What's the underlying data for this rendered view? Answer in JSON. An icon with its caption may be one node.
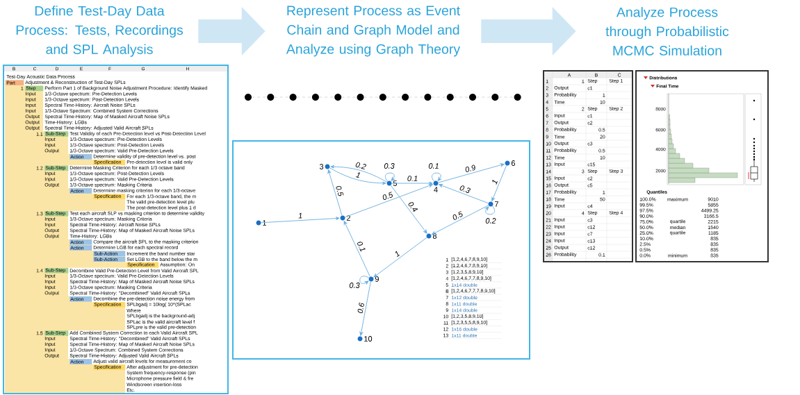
{
  "diagram": {
    "nodes": [
      {
        "text": [
          "Define Test-Day Data Process: Tests, Recordings and SPL Analysis"
        ]
      },
      {
        "text": [
          "Represent Process as Event Chain and Graph Model and Analyze using Graph Theory"
        ]
      },
      {
        "text": [
          "Analyze Process through Probabilistic MCMC Simulation"
        ]
      },
      {
        "text": [],
        "shape": "circle"
      },
      {
        "text": [],
        "shape": "circle"
      },
      {
        "text": [],
        "shape": "circle"
      },
      {
        "text": [],
        "shape": "circle"
      },
      {
        "text": [],
        "shape": "circle"
      },
      {
        "text": [],
        "shape": "circle"
      },
      {
        "text": [],
        "shape": "circle"
      },
      {
        "text": [],
        "shape": "circle"
      },
      {
        "text": [],
        "shape": "circle"
      },
      {
        "text": [],
        "shape": "circle"
      },
      {
        "text": [],
        "shape": "circle"
      },
      {
        "text": [],
        "shape": "circle"
      },
      {
        "text": [],
        "shape": "circle"
      },
      {
        "text": [
          "1"
        ]
      },
      {
        "text": [
          "2"
        ]
      },
      {
        "text": [
          "3"
        ]
      },
      {
        "text": [
          "4"
        ]
      },
      {
        "text": [
          "5"
        ]
      },
      {
        "text": [
          "6"
        ]
      },
      {
        "text": [
          "7"
        ]
      },
      {
        "text": [
          "8"
        ]
      },
      {
        "text": [
          "9"
        ]
      },
      {
        "text": [
          "10"
        ]
      }
    ],
    "edges": [
      {
        "from": 0,
        "to": 1,
        "arrow": "to",
        "style": "thick",
        "color": "#cfe7f5"
      },
      {
        "from": 1,
        "to": 2,
        "arrow": "to",
        "style": "thick",
        "color": "#cfe7f5"
      },
      {
        "from": 3,
        "to": 4,
        "arrow": "none",
        "style": "dashed",
        "color": "#d4d4d4"
      },
      {
        "from": 4,
        "to": 5,
        "arrow": "none",
        "style": "dashed",
        "color": "#d4d4d4"
      },
      {
        "from": 5,
        "to": 6,
        "arrow": "none",
        "style": "dashed",
        "color": "#d4d4d4"
      },
      {
        "from": 6,
        "to": 7,
        "arrow": "none",
        "style": "dashed",
        "color": "#d4d4d4"
      },
      {
        "from": 7,
        "to": 8,
        "arrow": "none",
        "style": "dashed",
        "color": "#d4d4d4"
      },
      {
        "from": 8,
        "to": 9,
        "arrow": "none",
        "style": "dashed",
        "color": "#d4d4d4"
      },
      {
        "from": 9,
        "to": 10,
        "arrow": "none",
        "style": "dashed",
        "color": "#d4d4d4"
      },
      {
        "from": 10,
        "to": 11,
        "arrow": "none",
        "style": "dashed",
        "color": "#d4d4d4"
      },
      {
        "from": 11,
        "to": 12,
        "arrow": "none",
        "style": "dashed",
        "color": "#d4d4d4"
      },
      {
        "from": 12,
        "to": 13,
        "arrow": "none",
        "style": "dashed",
        "color": "#d4d4d4"
      },
      {
        "from": 13,
        "to": 14,
        "arrow": "none",
        "style": "dashed",
        "color": "#d4d4d4"
      },
      {
        "from": 14,
        "to": 15,
        "arrow": "none",
        "style": "dashed",
        "color": "#d4d4d4"
      },
      {
        "from": 16,
        "to": 17,
        "arrow": "to",
        "label": "1"
      },
      {
        "from": 17,
        "to": 18,
        "arrow": "to",
        "label": "0.5"
      },
      {
        "from": 17,
        "to": 19,
        "arrow": "to",
        "label": "0.5"
      },
      {
        "from": 18,
        "to": 20,
        "arrow": "to",
        "label": "1"
      },
      {
        "from": 20,
        "to": 18,
        "arrow": "to",
        "label": "0.2"
      },
      {
        "from": 20,
        "to": 20,
        "arrow": "to",
        "label": "0.3"
      },
      {
        "from": 20,
        "to": 19,
        "arrow": "to",
        "label": "0.1"
      },
      {
        "from": 19,
        "to": 19,
        "arrow": "to",
        "label": "0.1"
      },
      {
        "from": 19,
        "to": 21,
        "arrow": "to",
        "label": "0.9"
      },
      {
        "from": 20,
        "to": 23,
        "arrow": "to",
        "label": "0.4"
      },
      {
        "from": 21,
        "to": 22,
        "arrow": "to",
        "label": "1"
      },
      {
        "from": 22,
        "to": 19,
        "arrow": "to",
        "label": "0.3"
      },
      {
        "from": 22,
        "to": 22,
        "arrow": "to",
        "label": "0.2"
      },
      {
        "from": 22,
        "to": 23,
        "arrow": "to",
        "label": "0.5"
      },
      {
        "from": 23,
        "to": 24,
        "arrow": "to",
        "label": "1"
      },
      {
        "from": 24,
        "to": 17,
        "arrow": "to",
        "label": "0.1"
      },
      {
        "from": 24,
        "to": 24,
        "arrow": "to",
        "label": "0.3"
      },
      {
        "from": 24,
        "to": 25,
        "arrow": "to",
        "label": "0.6"
      }
    ],
    "labels": [
      "B",
      "C",
      "D",
      "E",
      "F",
      "G",
      "H",
      "Test-Day Acoustic Data Process",
      "Part",
      "Adjustment & Reconstruction of Test-Day SPLs",
      "1",
      "Step",
      "Perform Part 1 of Background Noise Adjustment Procedure: Identify Masked",
      "Input",
      "1/3-Octave spectrum: Pre-Detection Levels",
      "Input",
      "1/3-Octave spectrum: Post-Detection Levels",
      "Input",
      "Spectral Time-History: Aircraft Noise SPLs",
      "Input",
      "1/3-Octave Spectrum: Combined System Corrections",
      "Output",
      "Spectral Time-History: Map of Masked Aircraft Noise SPLs",
      "Output",
      "Time-History: LGBs",
      "Output",
      "Spectral Time-History: Adjusted Valid Aircraft SPLs",
      "1.1",
      "Sub-Step",
      "Test Validity of each Pre-Detection level vs Post-Detection Level",
      "Input",
      "1/3-Octave spectrum: Pre-Detection Levels",
      "Input",
      "1/3-Octave spectrum: Post-Detection Levels",
      "Output",
      "1/3-Octave spectrum: Valid Pre-Detection Levels",
      "Action",
      "Determine validity of pre-detection level vs. post",
      "Specification",
      "Pre-detection level is valid only",
      "1.2",
      "Sub-Step",
      "Determine Masking Criterion for each 1/3 octave band",
      "Input",
      "1/3-Octave spectrum: Post-Detection Levels",
      "Input",
      "1/3-Octave spectrum: Valid Pre-Detection Levels",
      "Output",
      "1/3-Octave spectrum: Masking Criteria",
      "Action",
      "Determine masking criterion for each 1/3-octave",
      "Specification",
      "For each 1/3-octave band, the m",
      "The valid pre-detection level plu",
      "The post-detection level plus 1 d",
      "1.3",
      "Sub-Step",
      "Test each aircraft SLP vs masking criterion to determine validity",
      "Input",
      "1/3-Octave spectrum: Masking Criteria",
      "Input",
      "Spectral Time-History: Aircraft Noise SPLs",
      "Output",
      "Spectral Time-History: Map of Masked Aircraft Noise SPLs",
      "Output",
      "Time-History: LGBs",
      "Action",
      "Compare the aircraft SPL to the masking criterion",
      "Action",
      "Determine LGB for each spectral record",
      "Sub-Action",
      "Increment the band number star",
      "Sub-Action",
      "Set LGB to the band below the m",
      "Specification",
      "Assumption: On",
      "1.4",
      "Sub-Step",
      "Decombine Valid Pre-Detection Level from Valid Aircraft SPL",
      "Input",
      "1/3-Octave spectrum: Valid Pre-Detection Levels",
      "Input",
      "Spectral Time-History: Map of Masked Aircraft Noise SPLs",
      "Input",
      "1/3-Octave spectrum: Masking Criteria",
      "Output",
      "Spectral Time-History: \"Decombined\" Valid Aircraft SPLs",
      "Action",
      "Decombine the pre-detection noise energy from",
      "Specification",
      "SPLbgadj = 10log( 10^(SPLac",
      "Where",
      "SPLbgadj is the background-adj",
      "SPLac is the valid aircraft level f",
      "SPLpre is the valid pre-detection",
      "1.5",
      "Sub-Step",
      "Add Combined System Correction to each Valid Aircraft SPL",
      "Input",
      "Spectral Time-History: \"Decombined\" Valid Aircraft SPLs",
      "Input",
      "Spectral Time-History: Map of Masked Aircraft Noise SPLs",
      "Input",
      "1/3-Octave Spectrum: Combined System Corrections",
      "Output",
      "Spectral Time-History: Adjusted Valid Aircraft SPLs",
      "Action",
      "Adjust valid aircraft levels for measurement co",
      "Specification",
      "After adjustment for pre-detection",
      "System frequency-response (pin",
      "Microphone pressure field & fre",
      "Windscreen insertion-loss",
      "Etc.",
      "1",
      "[1,2,4,6,7,8,9,10]",
      "2",
      "[1,2,4,6,7,8,9,10]",
      "3",
      "[1,2,3,5,8,9,10]",
      "4",
      "[1,2,4,6,7,7,8,9,10]",
      "5",
      "1x14 double",
      "6",
      "[1,2,4,6,7,7,7,8,9,10]",
      "7",
      "1x12 double",
      "8",
      "1x11 double",
      "9",
      "1x14 double",
      "10",
      "[1,2,3,5,8,9,10]",
      "11",
      "[1,2,3,5,5,8,9,10]",
      "12",
      "1x16 double",
      "13",
      "1x11 double",
      "A",
      "B",
      "C",
      "1",
      "1",
      "Step",
      "Step 1",
      "2",
      "Output",
      "c1",
      "3",
      "Probability",
      "1",
      "4",
      "Time",
      "10",
      "5",
      "2",
      "Step",
      "Step 2",
      "6",
      "Input",
      "c1",
      "7",
      "Output",
      "c2",
      "8",
      "Probability",
      "0.5",
      "9",
      "Time",
      "20",
      "10",
      "Output",
      "c3",
      "11",
      "Probability",
      "0.5",
      "12",
      "Time",
      "10",
      "13",
      "Input",
      "c15",
      "14",
      "3",
      "Step",
      "Step 3",
      "15",
      "Input",
      "c2",
      "16",
      "Output",
      "c5",
      "17",
      "Probability",
      "1",
      "18",
      "Time",
      "50",
      "19",
      "Input",
      "c4",
      "20",
      "4",
      "Step",
      "Step 4",
      "21",
      "Input",
      "c3",
      "22",
      "Input",
      "c12",
      "23",
      "Input",
      "c7",
      "24",
      "Input",
      "c13",
      "25",
      "Output",
      "c12",
      "26",
      "Probability",
      "0.1",
      "Distributions",
      "Final Time",
      "8000",
      "6000",
      "4000",
      "2000",
      "Quantiles",
      "100.0%",
      "maximum",
      "9010",
      "99.5%",
      "5855",
      "97.5%",
      "4499.25",
      "90.0%",
      "3166.5",
      "75.0%",
      "quartile",
      "2215",
      "50.0%",
      "median",
      "1540",
      "25.0%",
      "quartile",
      "1185",
      "10.0%",
      "835",
      "2.5%",
      "835",
      "0.5%",
      "835",
      "0.0%",
      "minimum",
      "835"
    ]
  }
}
